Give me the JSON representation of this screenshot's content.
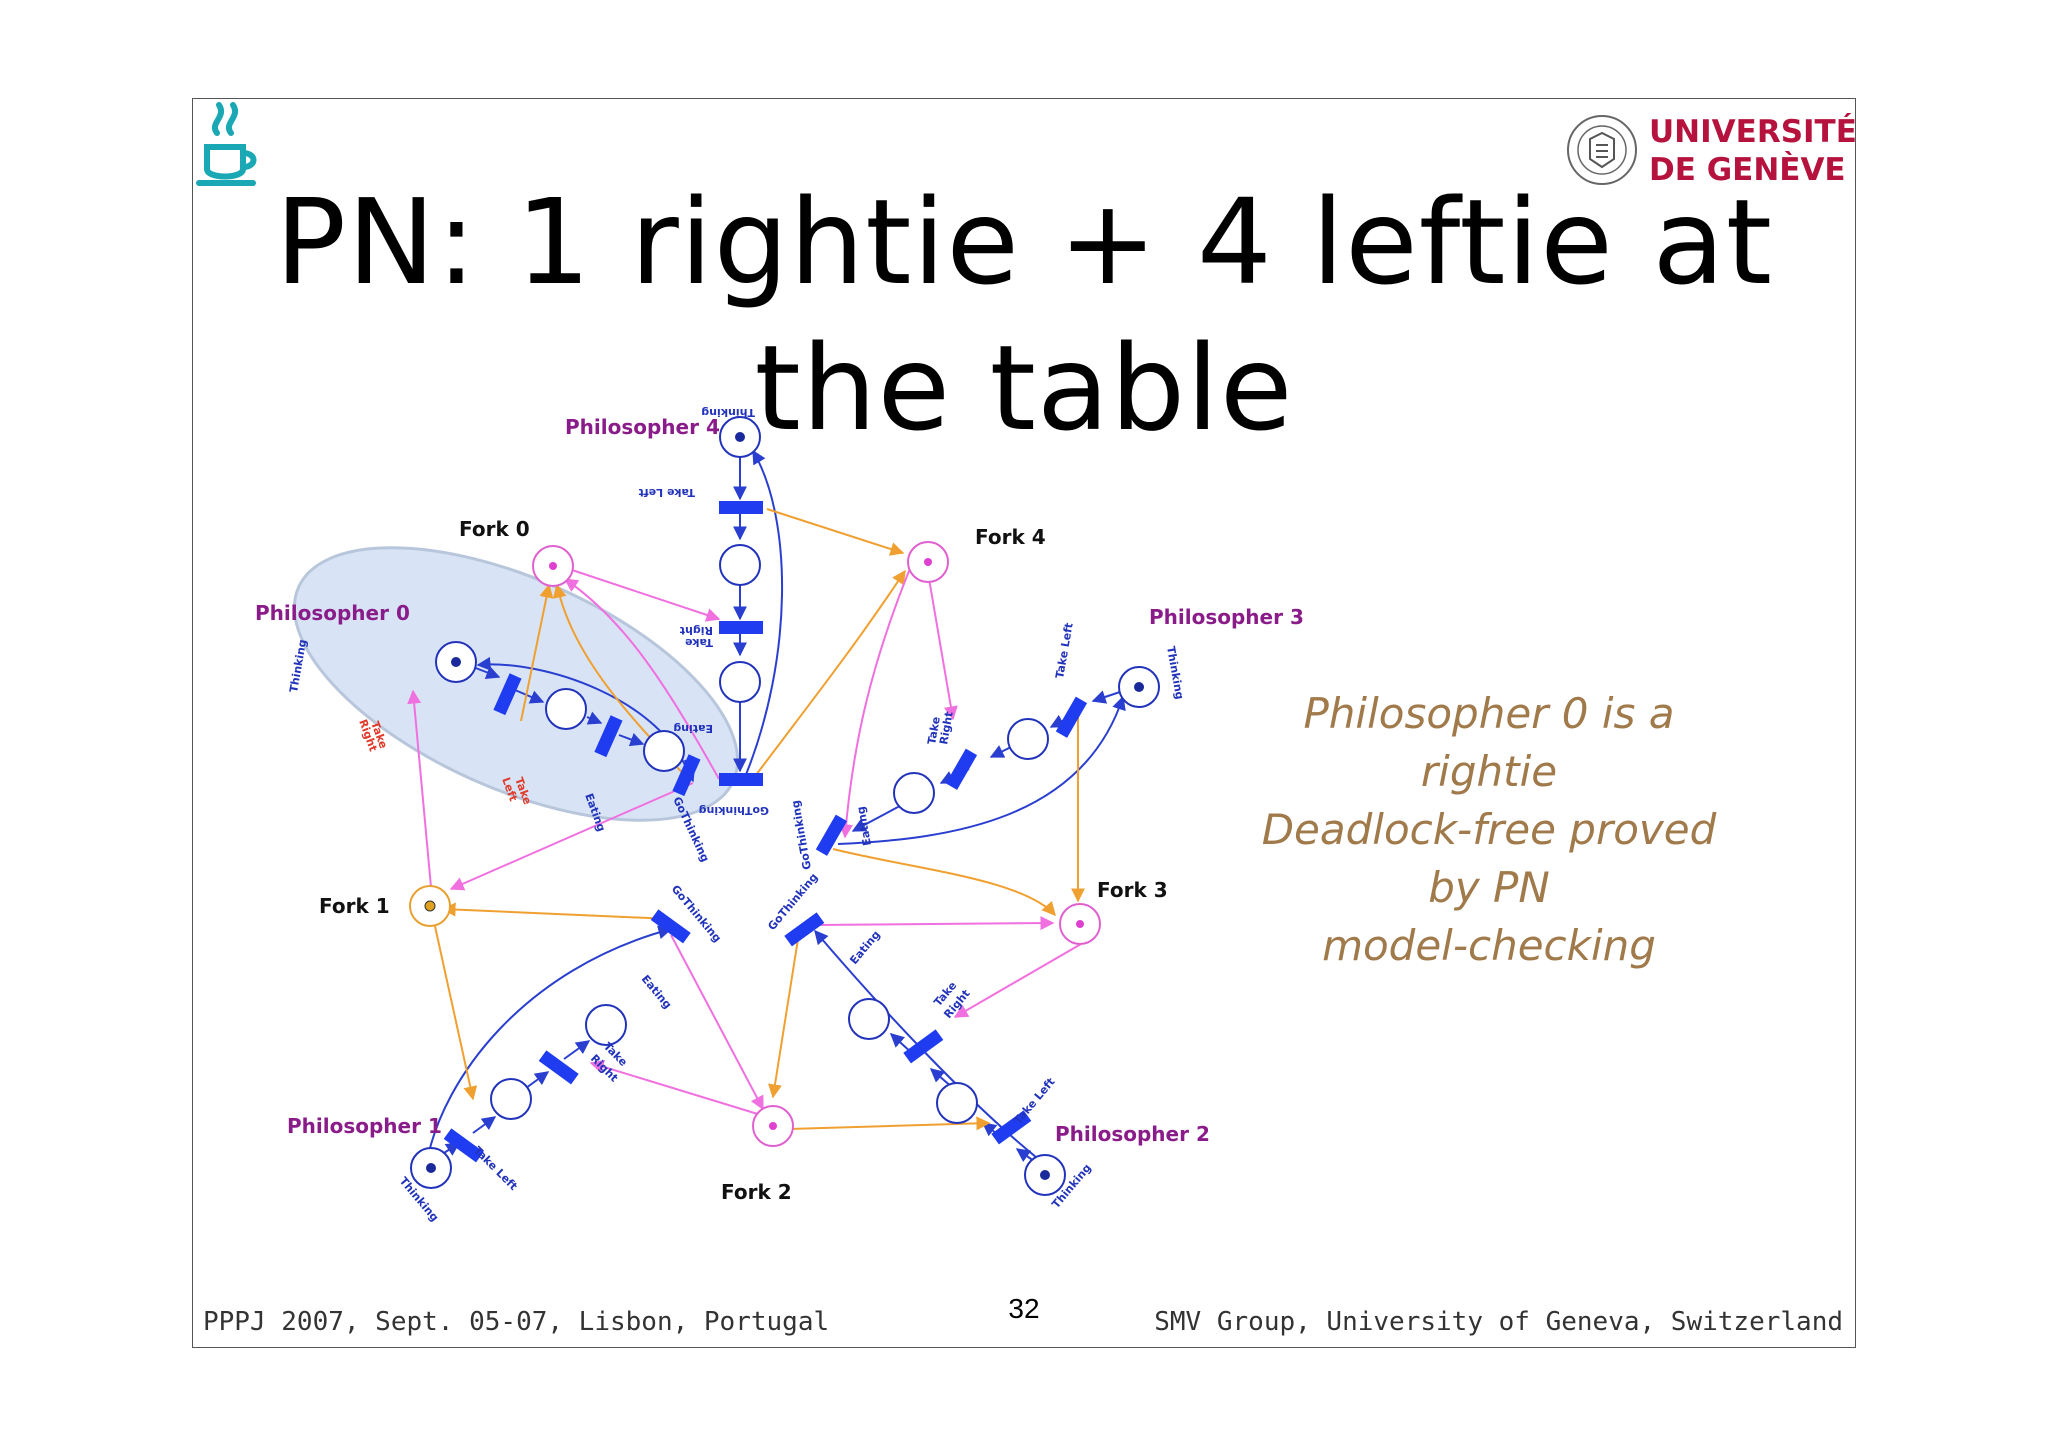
{
  "slide": {
    "title_line1": "PN: 1 rightie + 4 leftie at",
    "title_line2": "the table",
    "university_line1": "UNIVERSITÉ",
    "university_line2": "DE GENÈVE",
    "note1": "Philosopher 0 is a rightie",
    "note2_line1": "Deadlock-free proved by PN",
    "note2_line2": "model-checking",
    "footer_left": "PPPJ 2007, Sept. 05-07, Lisbon, Portugal",
    "page_number": "32",
    "footer_right": "SMV Group, University of Geneva, Switzerland"
  },
  "diagram": {
    "philosopher_labels": [
      "Philosopher 0",
      "Philosopher 1",
      "Philosopher 2",
      "Philosopher 3",
      "Philosopher 4"
    ],
    "fork_labels": [
      "Fork 0",
      "Fork 1",
      "Fork 2",
      "Fork 3",
      "Fork 4"
    ],
    "transition_labels": {
      "thinking": "Thinking",
      "take_left": "Take Left",
      "take_right": "Take Right",
      "take": "Take",
      "left": "Left",
      "right": "Right",
      "eating": "Eating",
      "go_thinking": "GoThinking"
    },
    "colors": {
      "place_stroke": "#2233bb",
      "transition_fill": "#1f3cf0",
      "arc_blue": "#2a3fd0",
      "arc_orange": "#f0a030",
      "arc_pink": "#f070e0",
      "philosopher_text": "#8a1c8a",
      "rightie_text": "#e03a2a",
      "highlight": "#d8e4f6"
    }
  }
}
